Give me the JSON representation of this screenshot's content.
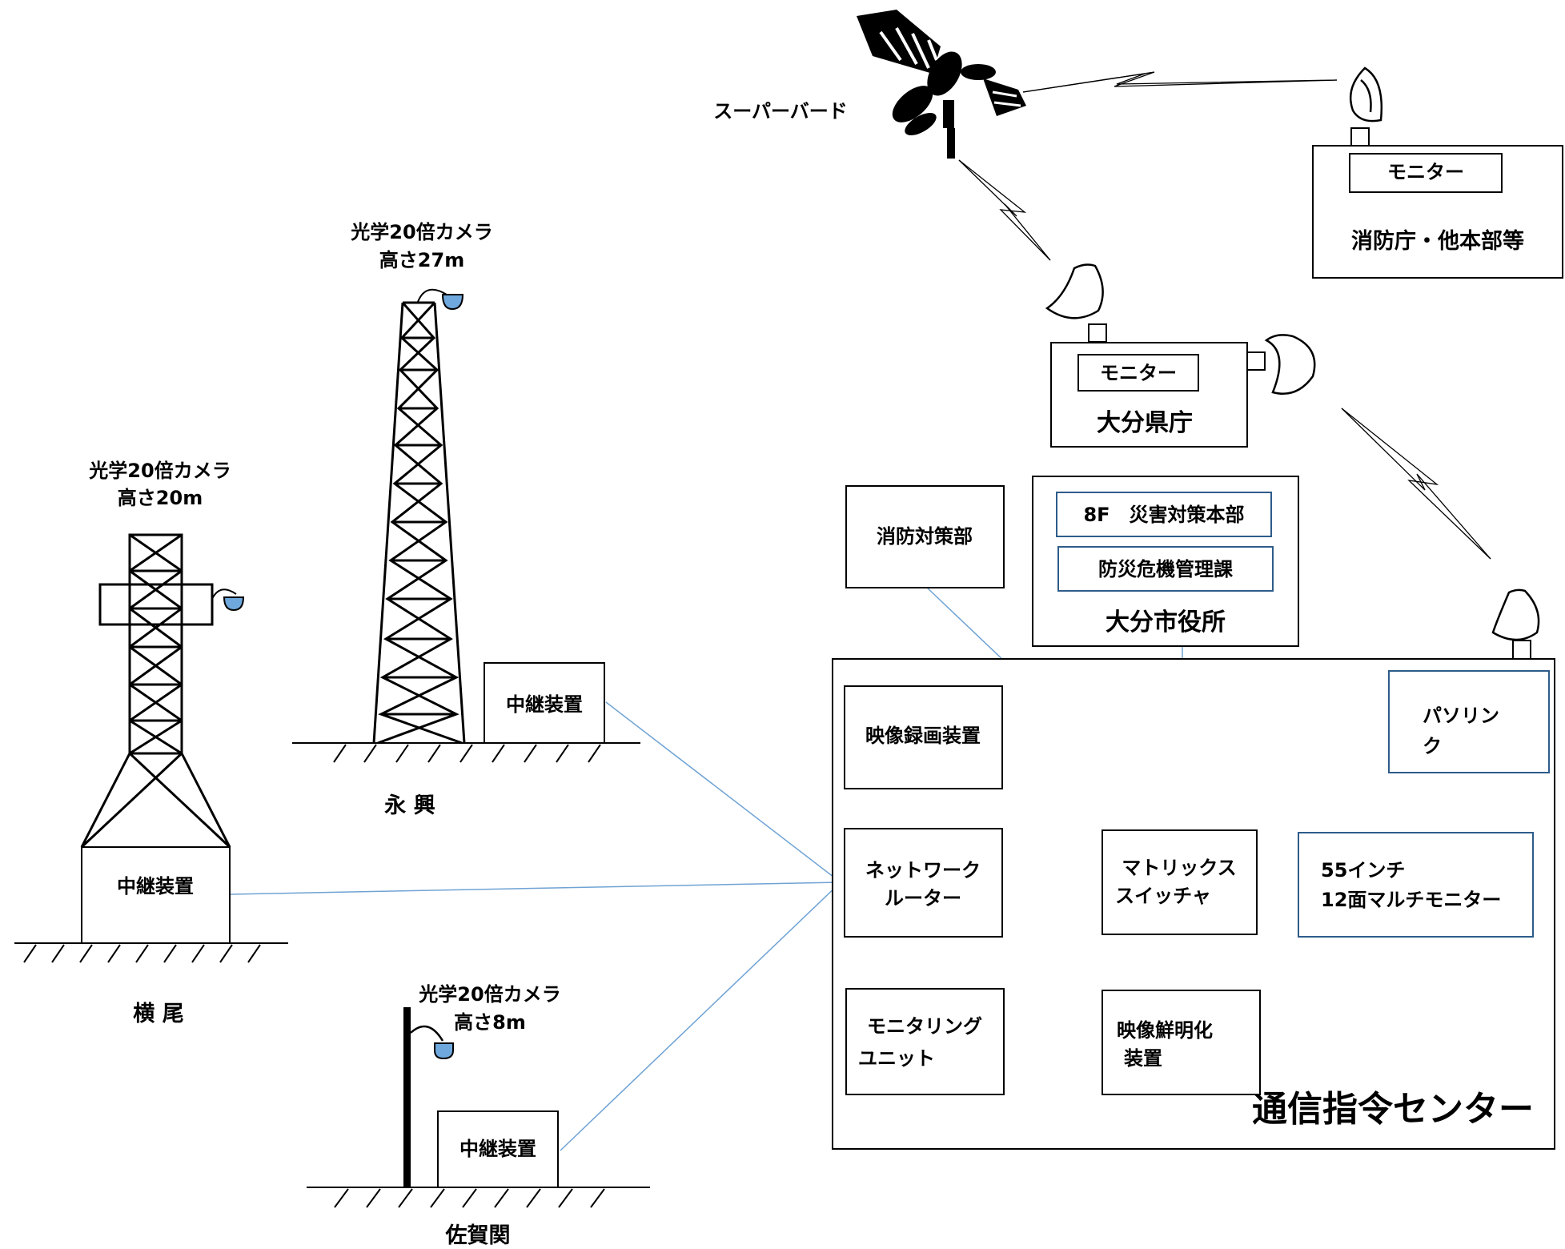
{
  "satellite": {
    "label": "スーパーバード"
  },
  "fdma": {
    "monitor": "モニター",
    "label": "消防庁・他本部等"
  },
  "prefecture": {
    "monitor": "モニター",
    "label": "大分県庁"
  },
  "fire_dept": {
    "label": "消防対策部"
  },
  "city_hall": {
    "room1": "8F　災害対策本部",
    "room2": "防災危機管理課",
    "label": "大分市役所"
  },
  "center": {
    "title": "通信指令センター",
    "recorder": "映像録画装置",
    "router": [
      "ネットワーク",
      "ルーター"
    ],
    "monitoring": [
      "モニタリング",
      "ユニット"
    ],
    "matrix": [
      "マトリックス",
      "スイッチャ"
    ],
    "enhancer": [
      "映像鮮明化",
      "装置"
    ],
    "pasolink": [
      "パソリン",
      "ク"
    ],
    "multimonitor": [
      "55インチ",
      "12面マルチモニター"
    ]
  },
  "sites": {
    "yokoo": {
      "camera": "光学20倍カメラ",
      "height": "高さ20m",
      "relay": "中継装置",
      "name": "横 尾"
    },
    "eiko": {
      "camera": "光学20倍カメラ",
      "height": "高さ27m",
      "relay": "中継装置",
      "name": "永 興"
    },
    "saganoseki": {
      "camera": "光学20倍カメラ",
      "height": "高さ8m",
      "relay": "中継装置",
      "name": "佐賀関"
    }
  },
  "colors": {
    "link_line": "#6FA3D4",
    "box_blue_border": "#2E5C8A",
    "camera_fill": "#6FA8DC"
  },
  "icons": [
    "satellite-icon",
    "parabolic-antenna-icon",
    "camera-icon",
    "steel-tower-icon",
    "pole-icon"
  ]
}
